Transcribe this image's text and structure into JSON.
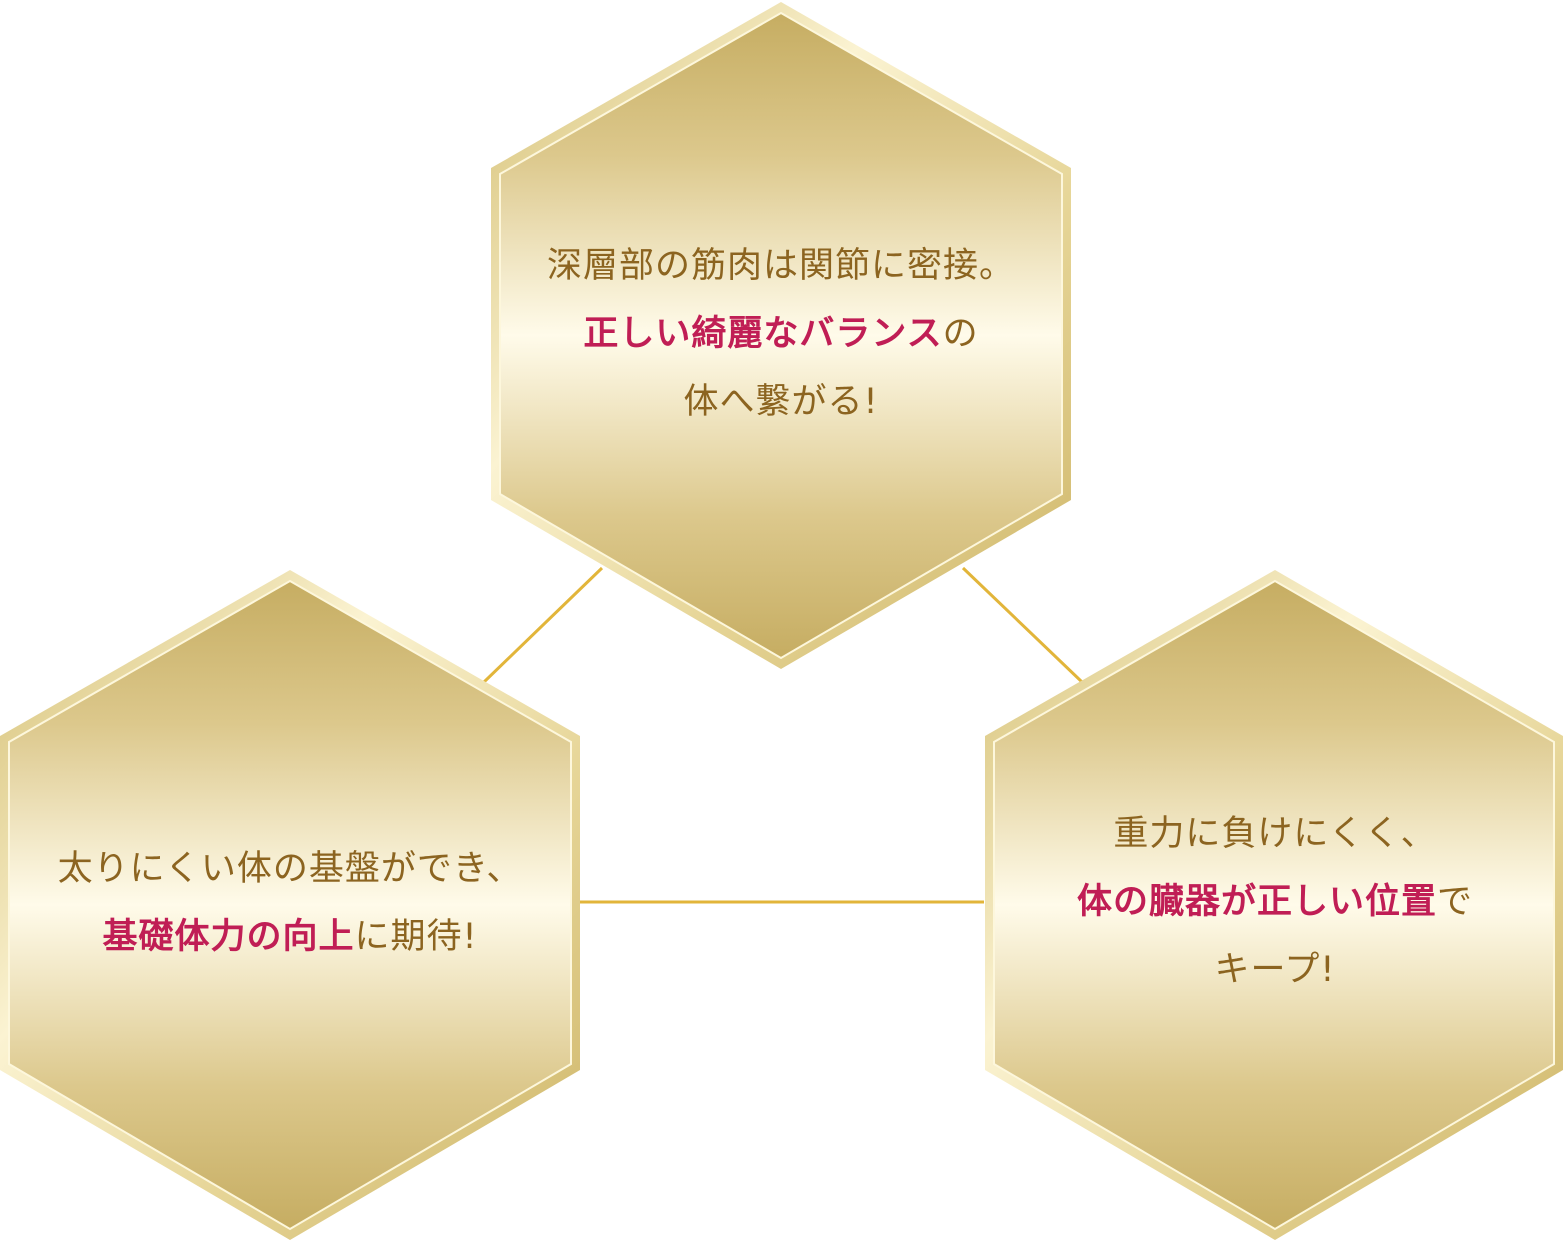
{
  "colors": {
    "connector": "#e2b53a",
    "text": "#8c6420",
    "highlight": "#c01e55",
    "gold_dark": "#c6ad62",
    "gold_light": "#fffbea",
    "frame_outer": "#d7c47c",
    "frame_inner": "#fdf7dc"
  },
  "hexagons": {
    "top": {
      "lines": [
        [
          {
            "text": "深層部の筋肉は関節に密接。",
            "highlight": false
          }
        ],
        [
          {
            "text": "正しい綺麗なバランス",
            "highlight": true
          },
          {
            "text": "の",
            "highlight": false
          }
        ],
        [
          {
            "text": "体へ繋がる!",
            "highlight": false
          }
        ]
      ]
    },
    "left": {
      "lines": [
        [
          {
            "text": "太りにくい体の基盤ができ、",
            "highlight": false
          }
        ],
        [
          {
            "text": "基礎体力の向上",
            "highlight": true
          },
          {
            "text": "に期待!",
            "highlight": false
          }
        ]
      ]
    },
    "right": {
      "lines": [
        [
          {
            "text": "重力に負けにくく、",
            "highlight": false
          }
        ],
        [
          {
            "text": "体の臓器が正しい位置",
            "highlight": true
          },
          {
            "text": "で",
            "highlight": false
          }
        ],
        [
          {
            "text": "キープ!",
            "highlight": false
          }
        ]
      ]
    }
  }
}
